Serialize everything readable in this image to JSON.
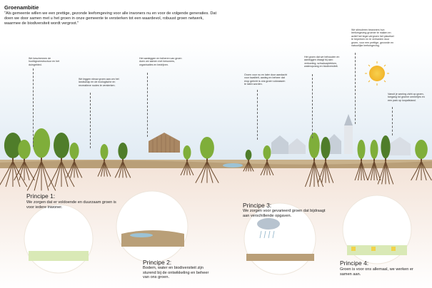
{
  "heading": "Groenambitie",
  "intro": "\"Als gemeente willen we een prettige, gezonde leefomgeving voor alle inwoners nu en voor de volgende generaties. Dat doen we door samen met u het groen in onze gemeente te versterken tot een waardevol, robuust groen netwerk, waarmee de biodiversiteit wordt vergroot.\"",
  "annotations": [
    "We beschermen de hoofdgroenstructuur en het duingebied.",
    "We leggen nieuw groen aan om het landschap en de ecologische en recreatieve routes te versterken.",
    "Het aanleggen en beheren van groen doen we samen met bewoners, organisaties en bedrijven.",
    "Groen voor nu en later door aandacht voor kwaliteit, aanleg en beheer dat erop gericht is ons groen volwassen te laten worden.",
    "Het groen dat we behouden en aanleggen draagt bij aan: verkoeling, schaduwplekken, wateropvang en biodiversiteit.",
    "We stimuleren bewoners hun leefomgeving groener te maken en actief het tegel-vergroen het plaveisel te beperken en te verharden door groen, voor een prettige, gezonde en natuurlijke leefomgeving.",
    "Vanuit je woning zicht op groen, toegang tot groene ommetjes en een park op loopafstand."
  ],
  "principles": [
    {
      "title": "Principe 1:",
      "text": "We zorgen dat er voldoende en duurzaam groen is voor iedere inwoner."
    },
    {
      "title": "Principe 2:",
      "text": "Bodem, water en biodiversiteit zijn sturend bij de ontwikkeling en beheer van ons groen."
    },
    {
      "title": "Principe 3:",
      "text": "We zorgen voor gevarieerd groen dat bijdraagt aan verschillende opgaven."
    },
    {
      "title": "Principe 4:",
      "text": "Groen is voor ons allemaal, we werken er samen aan."
    }
  ],
  "colors": {
    "sky": "#e6f0f6",
    "soil": "#f6ece4",
    "leaf": "#7fae3a",
    "leaf_dark": "#4f7d2a",
    "trunk": "#6b4a2e",
    "sun": "#f4c542"
  }
}
